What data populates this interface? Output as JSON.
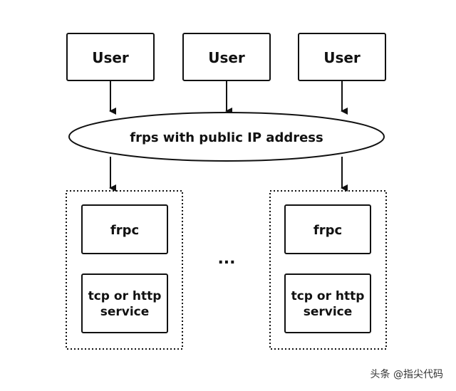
{
  "users": [
    {
      "label": "User"
    },
    {
      "label": "User"
    },
    {
      "label": "User"
    }
  ],
  "server": {
    "label": "frps with public IP address"
  },
  "clients": [
    {
      "frpc_label": "frpc",
      "service_line1": "tcp or http",
      "service_line2": "service"
    },
    {
      "frpc_label": "frpc",
      "service_line1": "tcp or http",
      "service_line2": "service"
    }
  ],
  "ellipsis": "...",
  "watermark": "头条 @指尖代码",
  "colors": {
    "stroke": "#111111",
    "background": "#ffffff"
  }
}
